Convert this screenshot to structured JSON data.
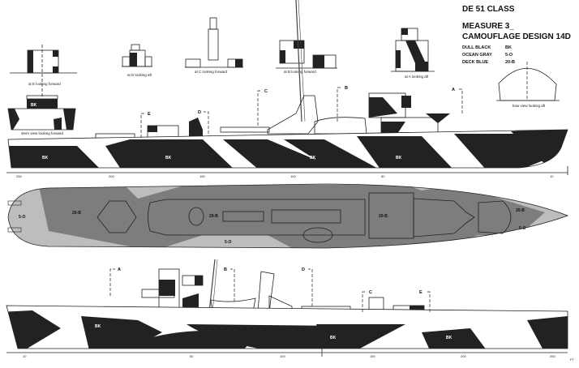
{
  "title": {
    "class_name": "DE 51 CLASS",
    "measure": "MEASURE 3_",
    "design": "CAMOUFLAGE DESIGN 14D"
  },
  "legend": [
    {
      "name": "DULL BLACK",
      "code": "BK",
      "color": "#222222"
    },
    {
      "name": "OCEAN GRAY",
      "code": "5-O",
      "color": "#bdbdbd"
    },
    {
      "name": "DECK BLUE",
      "code": "20-B",
      "color": "#7d7d7d"
    }
  ],
  "section_views": {
    "e": "at E looking forward",
    "d": "at D looking aft",
    "c": "at C looking forward",
    "b": "at B looking forward",
    "a": "at A looking aft",
    "stern": "stern view looking forward",
    "bow": "bow view looking aft"
  },
  "starboard_profile": {
    "markers": [
      "E",
      "D",
      "C",
      "B",
      "A"
    ],
    "color_tags": [
      "BK",
      "BK",
      "BK",
      "BK"
    ],
    "stern_tag": "BK",
    "scale_labels": [
      "250",
      "200",
      "150",
      "100",
      "50",
      "10"
    ]
  },
  "plan_view": {
    "color_tags": [
      "5-O",
      "20-B",
      "20-B",
      "5-O",
      "20-B",
      "20-B",
      "5-O"
    ]
  },
  "port_profile": {
    "markers": [
      "A",
      "B",
      "D",
      "C",
      "E"
    ],
    "color_tags": [
      "BK",
      "BK",
      "BK"
    ],
    "scale_labels": [
      "10",
      "50",
      "100",
      "150",
      "200",
      "250"
    ],
    "unit": "FT"
  }
}
